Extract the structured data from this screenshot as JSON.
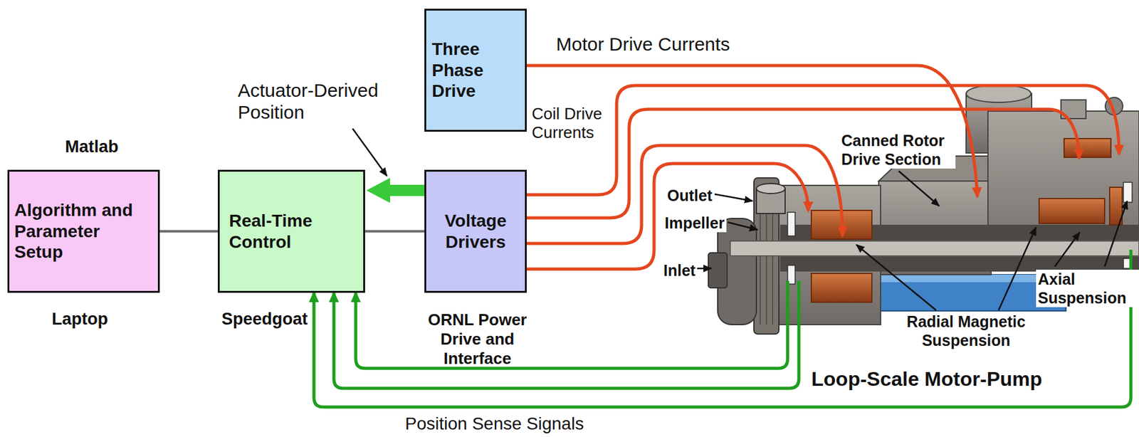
{
  "diagram": {
    "nodes": [
      {
        "text": [
          "Matlab",
          "Algorithm and Parameter Setup",
          "Laptop"
        ]
      },
      {
        "text": [
          "Real-Time Control",
          "Speedgoat"
        ]
      },
      {
        "text": [
          "Three Phase Drive"
        ]
      },
      {
        "text": [
          "Voltage Drivers",
          "ORNL Power Drive and Interface"
        ]
      },
      {
        "text": [
          "Loop-Scale Motor-Pump"
        ]
      }
    ],
    "edges": [
      {
        "from": 0,
        "to": 1,
        "arrow": "none"
      },
      {
        "from": 1,
        "to": 3,
        "arrow": "none"
      },
      {
        "from": 3,
        "to": 1,
        "arrow": "to"
      },
      {
        "from": 2,
        "to": 4,
        "arrow": "to",
        "label": "Motor Drive Currents"
      },
      {
        "from": 3,
        "to": 4,
        "arrow": "to",
        "label": "Coil Drive Currents"
      },
      {
        "from": 3,
        "to": 4,
        "arrow": "to"
      },
      {
        "from": 3,
        "to": 4,
        "arrow": "to"
      },
      {
        "from": 3,
        "to": 4,
        "arrow": "to"
      },
      {
        "from": 4,
        "to": 1,
        "arrow": "to"
      },
      {
        "from": 4,
        "to": 1,
        "arrow": "to"
      },
      {
        "from": 4,
        "to": 1,
        "arrow": "to",
        "label": "Position Sense Signals"
      }
    ],
    "labels": [
      "Actuator-Derived Position",
      "Canned Rotor Drive Section",
      "Outlet",
      "Impeller",
      "Inlet",
      "Radial Magnetic Suspension",
      "Axial Suspension"
    ]
  }
}
